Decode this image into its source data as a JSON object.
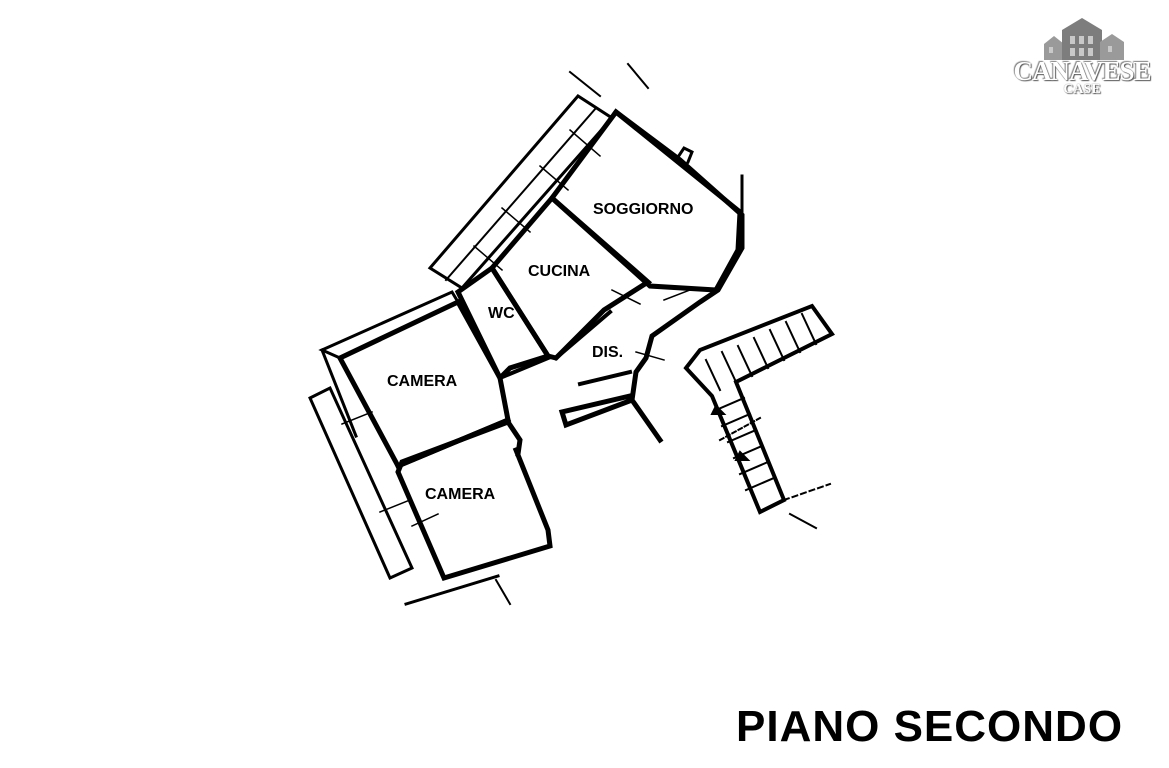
{
  "logo": {
    "name": "CANAVESE",
    "sub": "CASE"
  },
  "floor": {
    "title": "PIANO SECONDO"
  },
  "rooms": {
    "soggiorno": "SOGGIORNO",
    "cucina": "CUCINA",
    "wc": "WC",
    "dis": "DIS.",
    "camera_1": "CAMERA",
    "camera_2": "CAMERA"
  },
  "colors": {
    "wall": "#000000",
    "background": "#ffffff",
    "logo_gray": "#8a8a8a"
  }
}
